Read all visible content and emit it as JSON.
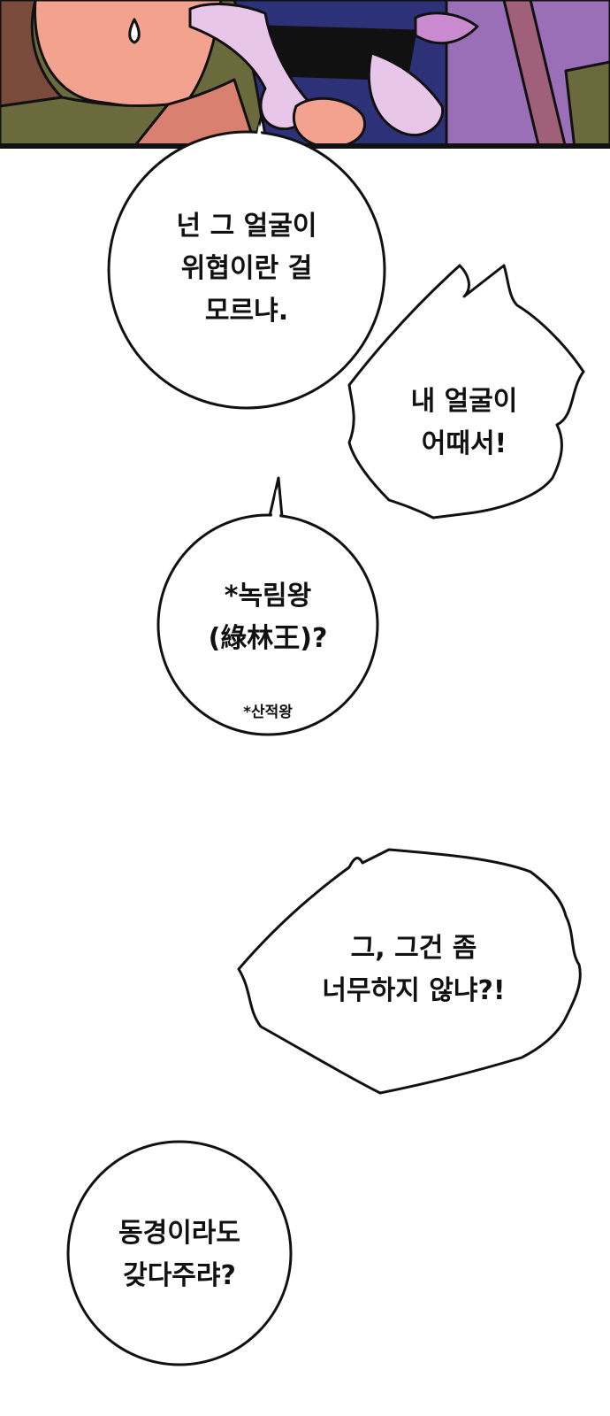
{
  "colors": {
    "outline": "#111111",
    "bubble_fill": "#ffffff",
    "skin": "#f2a28f",
    "skin_shadow": "#d98070",
    "hair": "#7a4a3a",
    "robe_olive": "#6b6a3c",
    "robe_navy": "#2d3178",
    "bandage": "#e8c6ea",
    "cloth_pink": "#c98ad0",
    "cloth_purple": "#9b6fb8",
    "wood": "#a0607a"
  },
  "icons": {
    "sweat": "sweat-drop-icon",
    "hands": "bandaged-hands-icon"
  },
  "bubbles": [
    {
      "id": "threat-face",
      "lines": [
        "넌 그 얼굴이",
        "위협이란 걸",
        "모르냐."
      ]
    },
    {
      "id": "what-about-face",
      "lines": [
        "내 얼굴이",
        "어때서!"
      ]
    },
    {
      "id": "nokrim-king",
      "lines": [
        "*녹림왕",
        "(綠林王)?"
      ],
      "footnote": "*산적왕"
    },
    {
      "id": "too-much",
      "lines": [
        "그, 그건 좀",
        "너무하지 않냐?!"
      ]
    },
    {
      "id": "bronze-mirror",
      "lines": [
        "동경이라도",
        "갖다주랴?"
      ]
    }
  ]
}
